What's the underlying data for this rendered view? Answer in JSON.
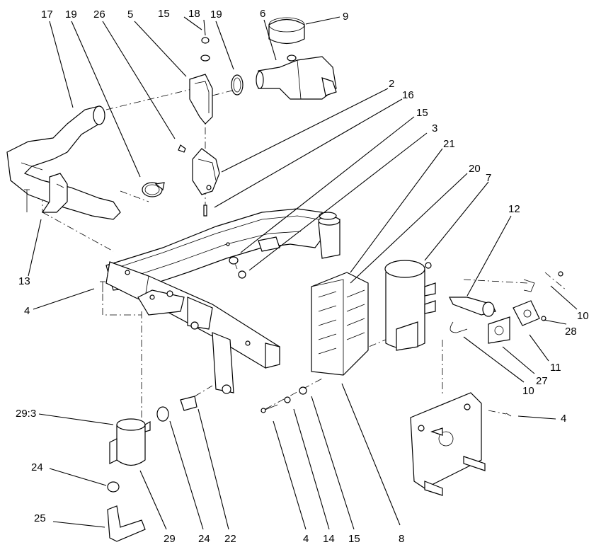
{
  "callouts": {
    "c17": "17",
    "c19a": "19",
    "c26": "26",
    "c5": "5",
    "c15a": "15",
    "c18": "18",
    "c19b": "19",
    "c6": "6",
    "c9": "9",
    "c2": "2",
    "c16": "16",
    "c15b": "15",
    "c3": "3",
    "c21": "21",
    "c20": "20",
    "c7": "7",
    "c12": "12",
    "c13": "13",
    "c4a": "4",
    "c10a": "10",
    "c28": "28",
    "c11": "11",
    "c27": "27",
    "c10b": "10",
    "c29_3": "29:3",
    "c4b": "4",
    "c24a": "24",
    "c25": "25",
    "c29": "29",
    "c24b": "24",
    "c22": "22",
    "c4c": "4",
    "c14": "14",
    "c15c": "15",
    "c8": "8"
  }
}
